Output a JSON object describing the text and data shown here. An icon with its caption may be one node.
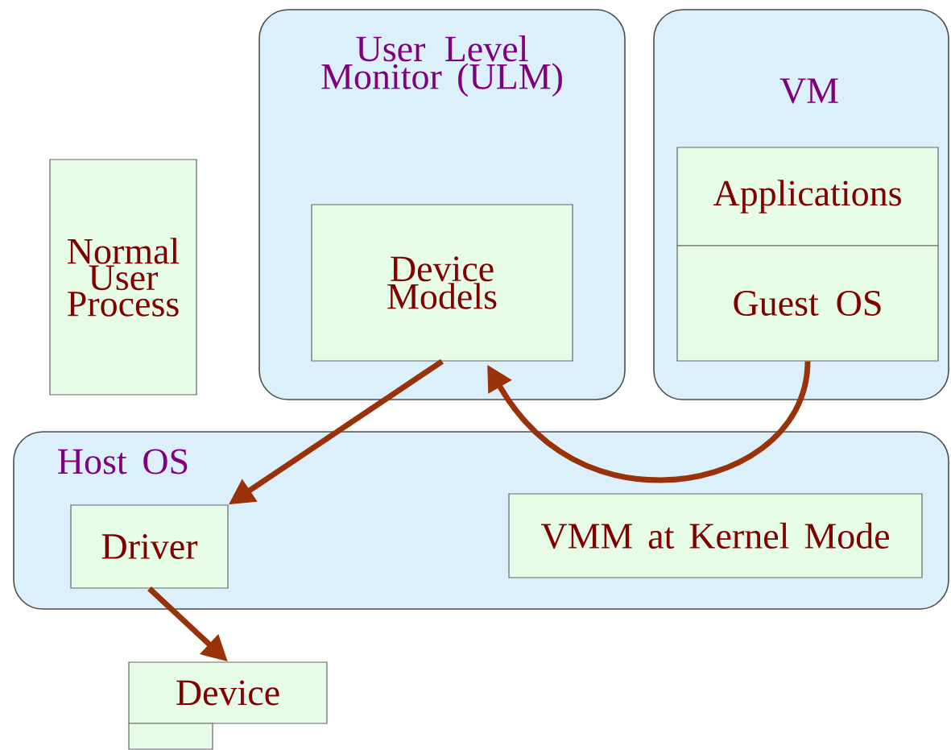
{
  "diagram": {
    "nodes": [
      {
        "text": [
          "Normal User Process"
        ]
      },
      {
        "text": [
          "User Level Monitor (ULM)"
        ]
      },
      {
        "text": [
          "Device Models"
        ],
        "in": 1
      },
      {
        "text": [
          "VM"
        ]
      },
      {
        "text": [
          "Applications"
        ],
        "in": 3
      },
      {
        "text": [
          "Guest OS"
        ],
        "in": 3
      },
      {
        "text": [
          "Host OS"
        ]
      },
      {
        "text": [
          "Driver"
        ],
        "in": 6
      },
      {
        "text": [
          "VMM at Kernel Mode"
        ],
        "in": 6
      },
      {
        "text": [
          "Device"
        ]
      },
      {
        "text": [],
        "shape": "box"
      }
    ],
    "edges": [
      {
        "from": 2,
        "to": 7,
        "arrow": "to"
      },
      {
        "from": 5,
        "to": 2,
        "arrow": "to"
      },
      {
        "from": 7,
        "to": 9,
        "arrow": "to"
      }
    ]
  }
}
